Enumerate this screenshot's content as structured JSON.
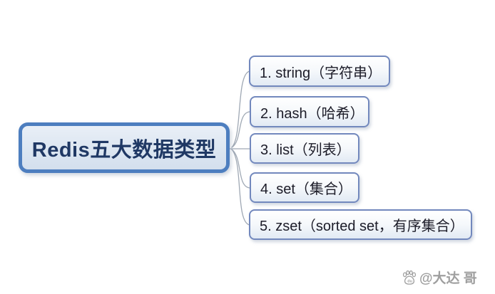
{
  "mindmap": {
    "root": {
      "label": "Redis五大数据类型"
    },
    "branches": [
      {
        "label": "1. string（字符串）"
      },
      {
        "label": "2. hash（哈希）"
      },
      {
        "label": "3. list（列表）"
      },
      {
        "label": "4. set（集合）"
      },
      {
        "label": "5. zset（sorted set，有序集合）"
      }
    ]
  },
  "watermark": {
    "icon": "baidu-paw-icon",
    "text": "@大达 哥"
  },
  "colors": {
    "root_border": "#4d7ebf",
    "root_fill": "#dce6f1",
    "root_text": "#1f3864",
    "branch_border": "#7288bd",
    "branch_fill_top": "#ffffff",
    "branch_fill_bottom": "#e2eaf4",
    "branch_text": "#1c1c28",
    "connector": "#9fa8b4",
    "watermark_text": "#8f8f8f",
    "background": "#ffffff"
  }
}
